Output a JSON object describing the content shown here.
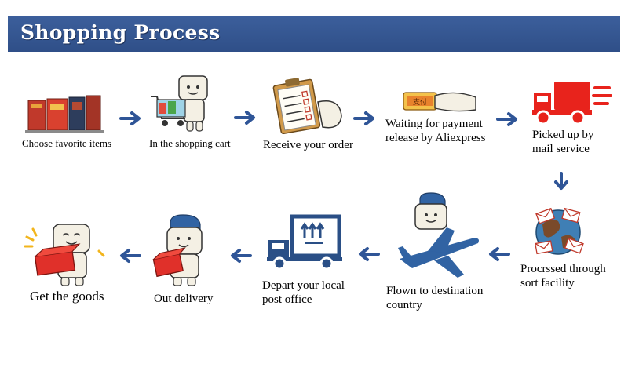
{
  "header": {
    "title": "Shopping Process"
  },
  "colors": {
    "header": "#34558f",
    "arrow": "#2f5597",
    "truck": "#e8231c",
    "plane": "#3163a3"
  },
  "steps": [
    {
      "label": "Choose favorite items",
      "icon": "boxes-icon"
    },
    {
      "label": "In the shopping cart",
      "icon": "shopping-cart-icon"
    },
    {
      "label": "Receive your order",
      "icon": "clipboard-icon"
    },
    {
      "label_lines": [
        "Waiting for payment",
        "release by Aliexpress"
      ],
      "icon": "payment-icon"
    },
    {
      "label_lines": [
        "Picked up by",
        "mail service"
      ],
      "icon": "truck-icon"
    },
    {
      "label_lines": [
        "Procrssed through",
        "sort facility"
      ],
      "icon": "globe-mail-icon"
    },
    {
      "label_lines": [
        "Flown to destination",
        "country"
      ],
      "icon": "airplane-icon"
    },
    {
      "label_lines": [
        "Depart your local",
        "post office"
      ],
      "icon": "delivery-truck-icon"
    },
    {
      "label": "Out delivery",
      "icon": "courier-icon"
    },
    {
      "label": "Get  the goods",
      "icon": "receive-package-icon"
    }
  ]
}
